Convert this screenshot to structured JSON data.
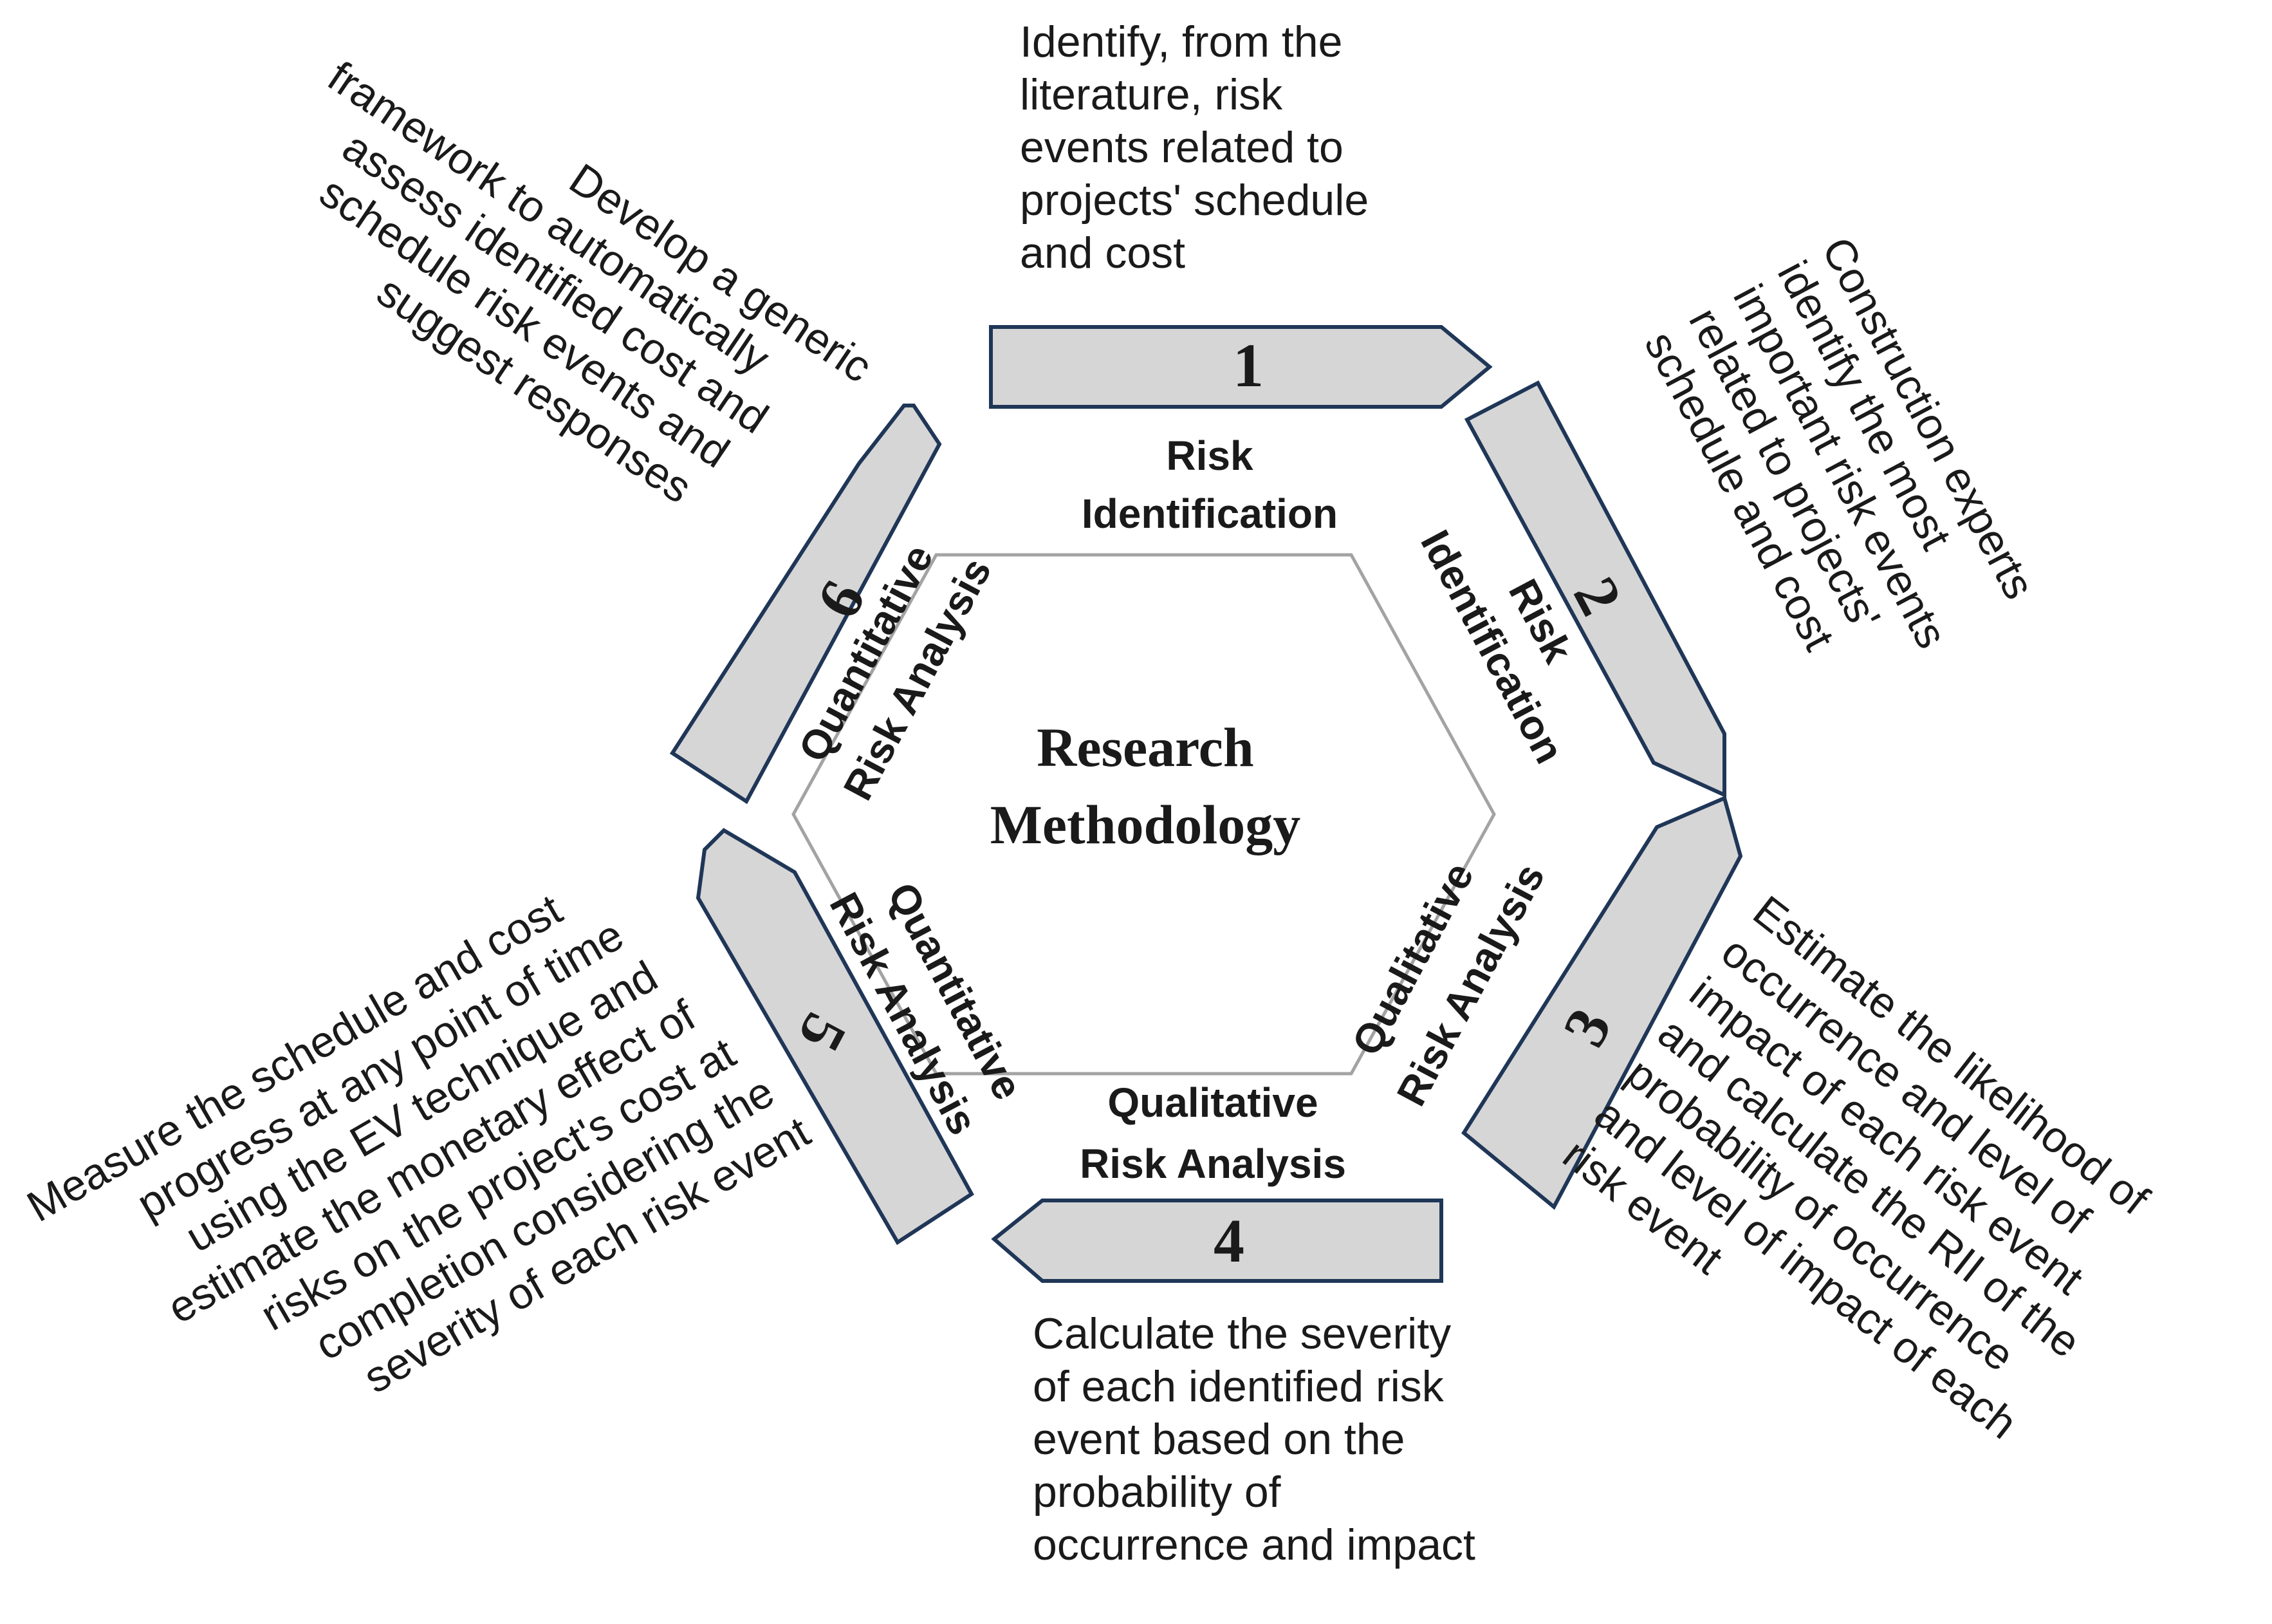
{
  "center": {
    "title_line1": "Research",
    "title_line2": "Methodology"
  },
  "steps": [
    {
      "number": "1",
      "phase_line1": "Risk",
      "phase_line2": "Identification",
      "description": [
        "Identify, from the",
        "literature, risk",
        "events related to",
        "projects' schedule",
        "and cost"
      ]
    },
    {
      "number": "2",
      "phase_line1": "Risk",
      "phase_line2": "Identification",
      "description": [
        "Construction experts",
        "identify the most",
        "important risk events",
        "related to projects'",
        "schedule and cost"
      ]
    },
    {
      "number": "3",
      "phase_line1": "Qualitative",
      "phase_line2": "Risk Analysis",
      "description": [
        "Estimate the likelihood of",
        "occurrence and level of",
        "impact of each risk event",
        "and calculate the RII of the",
        "probability of occurrence",
        "and level of impact of each",
        "risk event"
      ]
    },
    {
      "number": "4",
      "phase_line1": "Qualitative",
      "phase_line2": "Risk Analysis",
      "description": [
        "Calculate the severity",
        "of each identified risk",
        "event based on the",
        "probability of",
        "occurrence and impact"
      ]
    },
    {
      "number": "5",
      "phase_line1": "Quantitative",
      "phase_line2": "Risk Analysis",
      "description": [
        "Measure the schedule and cost",
        "progress at any point of time",
        "using the EV technique and",
        "estimate the monetary effect of",
        "risks on the project's cost at",
        "completion considering the",
        "severity of each risk event"
      ]
    },
    {
      "number": "6",
      "phase_line1": "Quantitative",
      "phase_line2": "Risk Analysis",
      "description": [
        "Develop a generic",
        "framework to automatically",
        "assess identified cost and",
        "schedule risk events and",
        "suggest responses"
      ]
    }
  ]
}
